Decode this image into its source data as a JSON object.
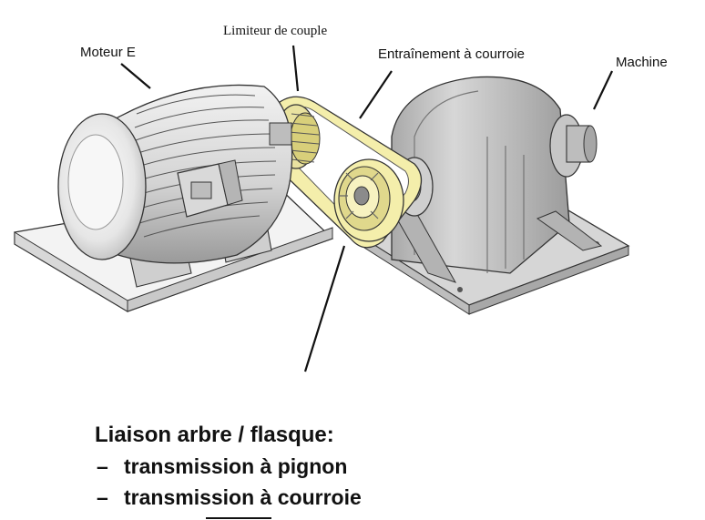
{
  "labels": {
    "motor": "Moteur E",
    "limiter": "Limiteur de couple",
    "belt_drive": "Entraînement à courroie",
    "machine": "Machine"
  },
  "caption": {
    "title": "Liaison arbre / flasque:",
    "items": [
      {
        "dash": "–",
        "text": "transmission à pignon"
      },
      {
        "dash": "–",
        "text": "transmission à courroie"
      }
    ]
  },
  "colors": {
    "belt": "#f4eeab",
    "metal_light": "#ececec",
    "metal_mid": "#c9c9c9",
    "metal_dark": "#8f8f8f",
    "outline": "#333333"
  }
}
